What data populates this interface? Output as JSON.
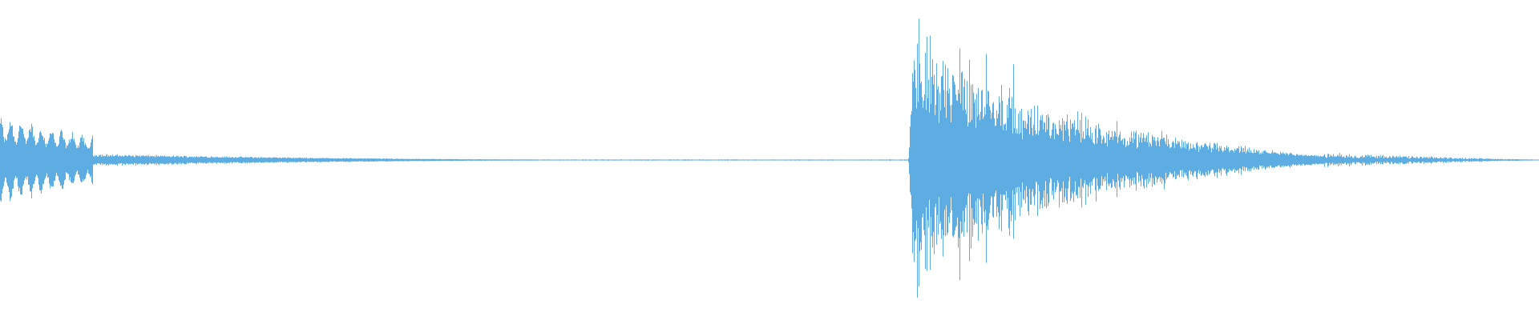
{
  "waveform": {
    "color": "#5DADE2",
    "background": "#FFFFFF",
    "segments": [
      {
        "start": 0.0,
        "end": 0.06,
        "envelope": "tonal-decay",
        "peak_amplitude": 0.32
      },
      {
        "start": 0.06,
        "end": 0.35,
        "envelope": "fade-tail",
        "peak_amplitude": 0.04
      },
      {
        "start": 0.35,
        "end": 0.59,
        "envelope": "near-silence",
        "peak_amplitude": 0.005
      },
      {
        "start": 0.59,
        "end": 0.66,
        "envelope": "noise-burst-attack",
        "peak_amplitude": 0.98
      },
      {
        "start": 0.66,
        "end": 0.86,
        "envelope": "noise-decay",
        "peak_amplitude": 0.45
      },
      {
        "start": 0.86,
        "end": 1.0,
        "envelope": "noise-tail",
        "peak_amplitude": 0.05
      }
    ]
  }
}
